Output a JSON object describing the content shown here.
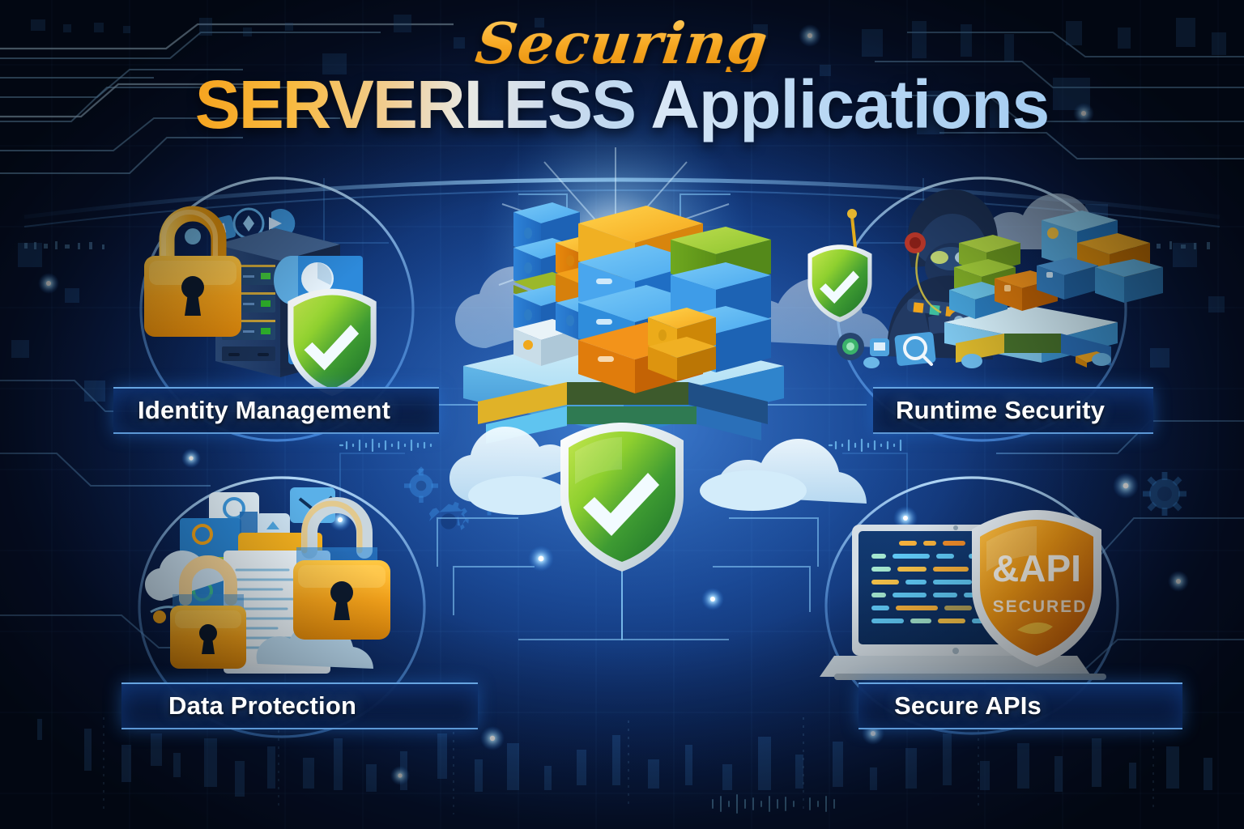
{
  "title": {
    "line1": "Securing",
    "line2_part1": "SERVERLESS",
    "line2_part2": " Applications"
  },
  "quadrants": [
    {
      "id": "identity-management",
      "label": "Identity Management",
      "position": "top-left",
      "icons": [
        "padlock-icon",
        "server-rack-icon",
        "user-avatar-icon",
        "green-check-shield-icon"
      ]
    },
    {
      "id": "runtime-security",
      "label": "Runtime Security",
      "position": "top-right",
      "icons": [
        "hooded-figure-icon",
        "green-check-shield-icon",
        "container-blocks-icon",
        "monitoring-lens-icon"
      ]
    },
    {
      "id": "data-protection",
      "label": "Data Protection",
      "position": "bottom-left",
      "icons": [
        "padlock-icon",
        "document-icon",
        "database-icon",
        "cloud-icon"
      ]
    },
    {
      "id": "secure-apis",
      "label": "Secure APIs",
      "position": "bottom-right",
      "icons": [
        "laptop-code-icon",
        "api-secured-shield-icon"
      ]
    }
  ],
  "center": {
    "platform_label": "serverless-platform-blocks",
    "shield_label": "green-check-shield-icon",
    "cloud_label": "cloud-icon"
  },
  "api_badge": {
    "line1": "&API",
    "line2": "SECURED"
  },
  "colors": {
    "background_deep": "#050b1e",
    "background_mid": "#0d2a63",
    "background_glow": "#1b4e9e",
    "accent_blue": "#4fb3ff",
    "circuit_line": "#79c4ff",
    "title_orange": "#f7a823",
    "title_light_blue": "#bcd8f2",
    "shield_green_light": "#9ed83b",
    "shield_green_dark": "#1d7a2e",
    "padlock_orange": "#f7a823",
    "badge_orange": "#e8780d",
    "label_text": "#ffffff",
    "banner_border": "#78beff"
  }
}
